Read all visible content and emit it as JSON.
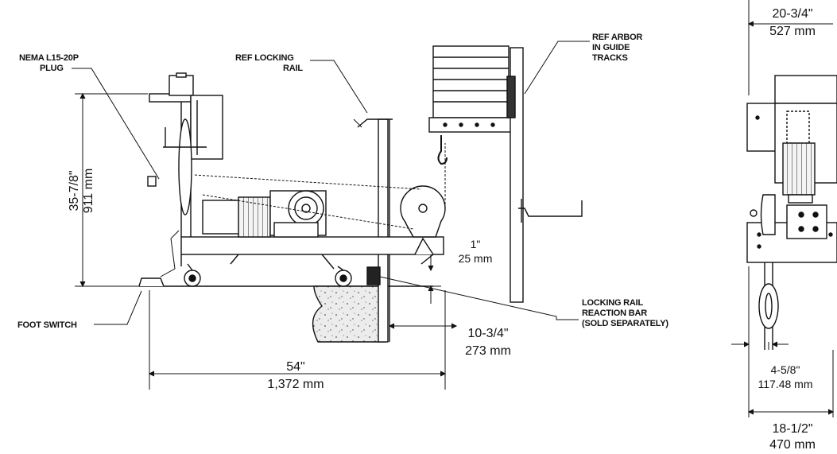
{
  "callouts": {
    "nema_plug_line1": "NEMA L15-20P",
    "nema_plug_line2": "PLUG",
    "ref_locking_rail_line1": "REF LOCKING",
    "ref_locking_rail_line2": "RAIL",
    "ref_arbor_line1": "REF ARBOR",
    "ref_arbor_line2": "IN GUIDE",
    "ref_arbor_line3": "TRACKS",
    "foot_switch": "FOOT SWITCH",
    "reaction_bar_line1": "LOCKING RAIL",
    "reaction_bar_line2": "REACTION BAR",
    "reaction_bar_line3": "(SOLD SEPARATELY)"
  },
  "dimensions": {
    "height_in": "35-7/8\"",
    "height_mm": "911 mm",
    "length_in": "54\"",
    "length_mm": "1,372 mm",
    "clearance_in": "1\"",
    "clearance_mm": "25 mm",
    "offset_in": "10-3/4\"",
    "offset_mm": "273 mm",
    "top_width_in": "20-3/4\"",
    "top_width_mm": "527 mm",
    "sheave_offset_in": "4-5/8\"",
    "sheave_offset_mm": "117.48 mm",
    "base_width_in": "18-1/2\"",
    "base_width_mm": "470 mm"
  }
}
